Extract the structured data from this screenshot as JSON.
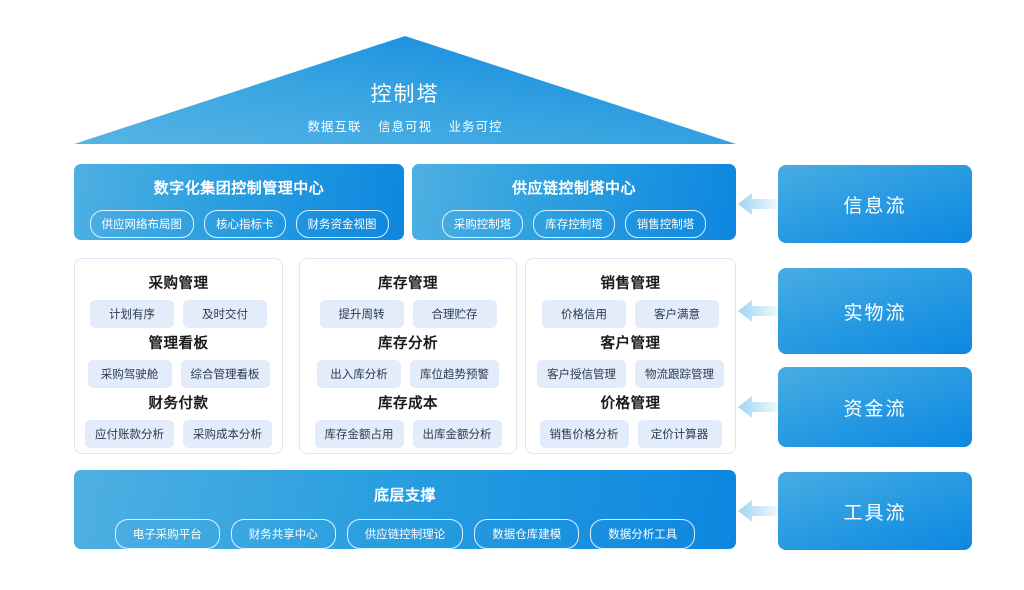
{
  "roof": {
    "title": "控制塔",
    "subtitle_parts": [
      "数据互联",
      "信息可视",
      "业务可控"
    ]
  },
  "top_panels": [
    {
      "name": "group-control-center",
      "title": "数字化集团控制管理中心",
      "tags": [
        "供应网络布局图",
        "核心指标卡",
        "财务资金视图"
      ]
    },
    {
      "name": "supply-chain-control-tower",
      "title": "供应链控制塔中心",
      "tags": [
        "采购控制塔",
        "库存控制塔",
        "销售控制塔"
      ]
    }
  ],
  "columns": [
    {
      "name": "purchase",
      "groups": [
        {
          "title": "采购管理",
          "tags": [
            "计划有序",
            "及时交付"
          ]
        },
        {
          "title": "管理看板",
          "tags": [
            "采购驾驶舱",
            "综合管理看板"
          ]
        },
        {
          "title": "财务付款",
          "tags": [
            "应付账款分析",
            "采购成本分析"
          ]
        }
      ]
    },
    {
      "name": "inventory",
      "groups": [
        {
          "title": "库存管理",
          "tags": [
            "提升周转",
            "合理贮存"
          ]
        },
        {
          "title": "库存分析",
          "tags": [
            "出入库分析",
            "库位趋势预警"
          ]
        },
        {
          "title": "库存成本",
          "tags": [
            "库存金额占用",
            "出库金额分析"
          ]
        }
      ]
    },
    {
      "name": "sales",
      "groups": [
        {
          "title": "销售管理",
          "tags": [
            "价格信用",
            "客户满意"
          ]
        },
        {
          "title": "客户管理",
          "tags": [
            "客户授信管理",
            "物流跟踪管理"
          ]
        },
        {
          "title": "价格管理",
          "tags": [
            "销售价格分析",
            "定价计算器"
          ]
        }
      ]
    }
  ],
  "base_panel": {
    "title": "底层支撑",
    "tags": [
      "电子采购平台",
      "财务共享中心",
      "供应链控制理论",
      "数据仓库建模",
      "数据分析工具"
    ]
  },
  "flows": [
    {
      "label": "信息流"
    },
    {
      "label": "实物流"
    },
    {
      "label": "资金流"
    },
    {
      "label": "工具流"
    }
  ],
  "arrows": [
    {
      "name": "arrow-left-information-flow"
    },
    {
      "name": "arrow-left-physical-flow"
    },
    {
      "name": "arrow-left-capital-flow"
    },
    {
      "name": "arrow-left-tool-flow"
    }
  ],
  "colors": {
    "blue_light": "#4FB0E2",
    "blue_mid": "#2A9FE0",
    "blue_dark": "#0D86E0",
    "tag_bg": "#E3ECFA",
    "card_border": "#DCE8F7",
    "arrow_fill": "#BFE0F5",
    "background": "#FFFFFF"
  }
}
